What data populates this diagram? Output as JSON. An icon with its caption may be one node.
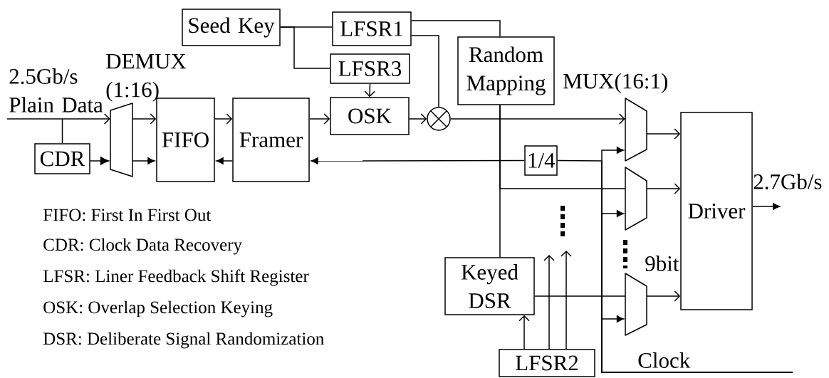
{
  "diagram": {
    "nodes": [
      {
        "text": [
          "Seed Key"
        ]
      },
      {
        "text": [
          "LFSR1"
        ]
      },
      {
        "text": [
          "LFSR3"
        ]
      },
      {
        "text": [
          "Random Mapping"
        ]
      },
      {
        "text": [
          "DEMUX (1:16)"
        ]
      },
      {
        "text": [
          "CDR"
        ]
      },
      {
        "text": [
          "FIFO"
        ]
      },
      {
        "text": [
          "Framer"
        ]
      },
      {
        "text": [
          "OSK"
        ]
      },
      {
        "text": [],
        "shape": "circle"
      },
      {
        "text": [
          "1/4"
        ]
      },
      {
        "text": [
          "MUX(16:1)"
        ]
      },
      {
        "text": [],
        "shape": "trapezoid"
      },
      {
        "text": [],
        "shape": "trapezoid"
      },
      {
        "text": [
          "Driver"
        ]
      },
      {
        "text": [
          "Keyed DSR"
        ]
      },
      {
        "text": [
          "LFSR2"
        ]
      }
    ],
    "edges": [
      {
        "from": null,
        "to": 4,
        "arrow": "to",
        "label": "2.5Gb/s Plain Data"
      },
      {
        "from": null,
        "to": 5,
        "arrow": "none"
      },
      {
        "from": 4,
        "to": 6,
        "arrow": "to"
      },
      {
        "from": 4,
        "to": 6,
        "arrow": "to"
      },
      {
        "from": 5,
        "to": 4,
        "arrow": "to"
      },
      {
        "from": 6,
        "to": 7,
        "arrow": "to"
      },
      {
        "from": 7,
        "to": 6,
        "arrow": "to"
      },
      {
        "from": 7,
        "to": 8,
        "arrow": "to"
      },
      {
        "from": 0,
        "to": 1,
        "arrow": "none"
      },
      {
        "from": 0,
        "to": 2,
        "arrow": "none"
      },
      {
        "from": 2,
        "to": 8,
        "arrow": "to"
      },
      {
        "from": 8,
        "to": 9,
        "arrow": "to"
      },
      {
        "from": 1,
        "to": 9,
        "arrow": "none"
      },
      {
        "from": 1,
        "to": 3,
        "arrow": "none"
      },
      {
        "from": 9,
        "to": 11,
        "arrow": "to"
      },
      {
        "from": 10,
        "to": 7,
        "arrow": "to"
      },
      {
        "from": null,
        "to": 10,
        "arrow": "none"
      },
      {
        "from": null,
        "to": 11,
        "arrow": "to"
      },
      {
        "from": null,
        "to": 12,
        "arrow": "to"
      },
      {
        "from": null,
        "to": 13,
        "arrow": "to"
      },
      {
        "from": 3,
        "to": 12,
        "arrow": "none"
      },
      {
        "from": 15,
        "to": 3,
        "arrow": "none"
      },
      {
        "from": 15,
        "to": 13,
        "arrow": "none"
      },
      {
        "from": 11,
        "to": 14,
        "arrow": "to"
      },
      {
        "from": 12,
        "to": 14,
        "arrow": "to"
      },
      {
        "from": 13,
        "to": 14,
        "arrow": "to"
      },
      {
        "from": 14,
        "to": null,
        "arrow": "to",
        "label": "2.7Gb/s"
      },
      {
        "from": 16,
        "to": 15,
        "arrow": "to"
      },
      {
        "from": 16,
        "to": null,
        "arrow": "to"
      },
      {
        "from": 16,
        "to": null,
        "arrow": "to"
      }
    ],
    "labels": [
      "9bit",
      "Clock",
      "FIFO: First In First Out",
      "CDR: Clock Data Recovery",
      "LFSR: Liner Feedback Shift Register",
      "OSK: Overlap Selection Keying",
      "DSR: Deliberate Signal Randomization"
    ]
  }
}
